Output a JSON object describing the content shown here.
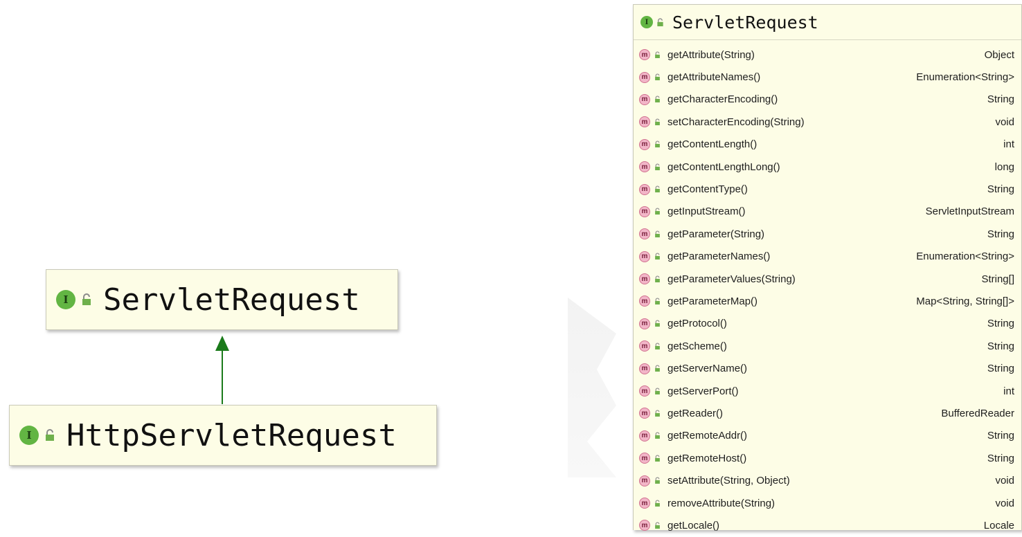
{
  "diagram": {
    "parent": {
      "name": "ServletRequest",
      "badge": "I"
    },
    "child": {
      "name": "HttpServletRequest",
      "badge": "I"
    },
    "arrow_color": "#1a7a1a"
  },
  "members_panel": {
    "title": "ServletRequest",
    "badge": "I",
    "member_badge": "m",
    "methods": [
      {
        "sig": "getAttribute(String)",
        "ret": "Object"
      },
      {
        "sig": "getAttributeNames()",
        "ret": "Enumeration<String>"
      },
      {
        "sig": "getCharacterEncoding()",
        "ret": "String"
      },
      {
        "sig": "setCharacterEncoding(String)",
        "ret": "void"
      },
      {
        "sig": "getContentLength()",
        "ret": "int"
      },
      {
        "sig": "getContentLengthLong()",
        "ret": "long"
      },
      {
        "sig": "getContentType()",
        "ret": "String"
      },
      {
        "sig": "getInputStream()",
        "ret": "ServletInputStream"
      },
      {
        "sig": "getParameter(String)",
        "ret": "String"
      },
      {
        "sig": "getParameterNames()",
        "ret": "Enumeration<String>"
      },
      {
        "sig": "getParameterValues(String)",
        "ret": "String[]"
      },
      {
        "sig": "getParameterMap()",
        "ret": "Map<String, String[]>"
      },
      {
        "sig": "getProtocol()",
        "ret": "String"
      },
      {
        "sig": "getScheme()",
        "ret": "String"
      },
      {
        "sig": "getServerName()",
        "ret": "String"
      },
      {
        "sig": "getServerPort()",
        "ret": "int"
      },
      {
        "sig": "getReader()",
        "ret": "BufferedReader"
      },
      {
        "sig": "getRemoteAddr()",
        "ret": "String"
      },
      {
        "sig": "getRemoteHost()",
        "ret": "String"
      },
      {
        "sig": "setAttribute(String, Object)",
        "ret": "void"
      },
      {
        "sig": "removeAttribute(String)",
        "ret": "void"
      },
      {
        "sig": "getLocale()",
        "ret": "Locale"
      }
    ]
  },
  "colors": {
    "node_fill": "#fdfde6",
    "interface_badge": "#62b543",
    "method_badge": "#f2b6c8"
  }
}
